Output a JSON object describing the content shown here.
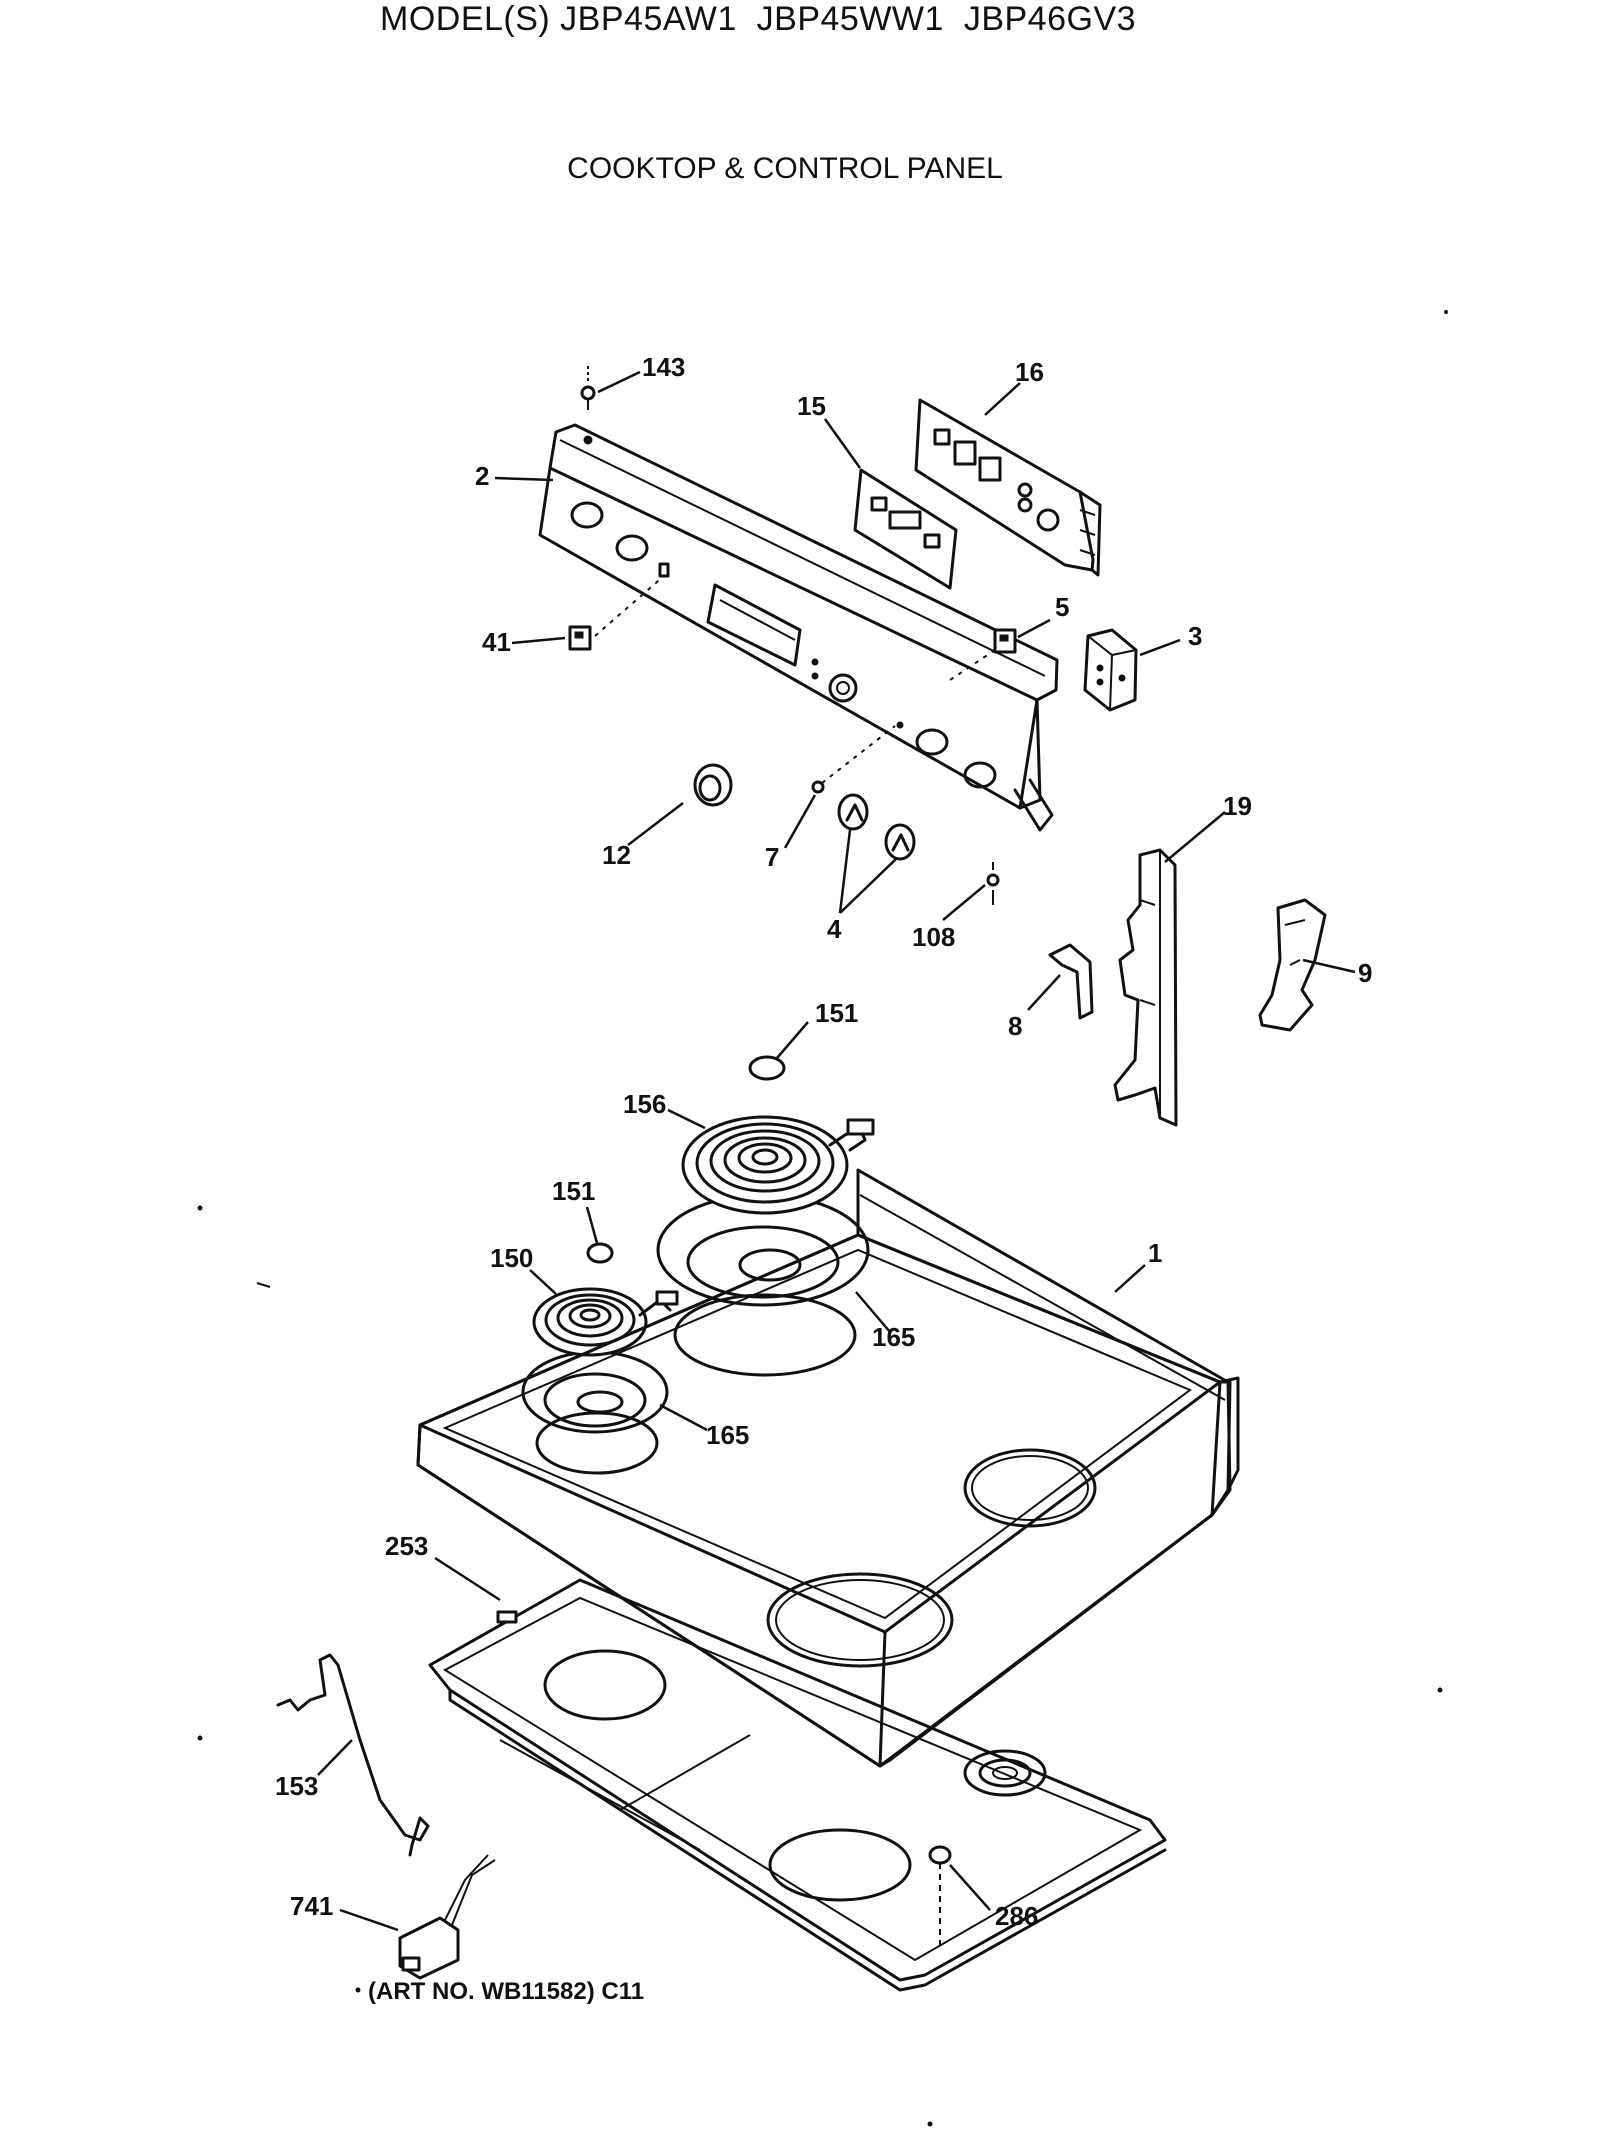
{
  "header": {
    "model_line": "MODEL(S) JBP45AW1  JBP45WW1  JBP46GV3",
    "section_title": "COOKTOP & CONTROL PANEL"
  },
  "callouts": [
    {
      "id": "143",
      "label": "143"
    },
    {
      "id": "16",
      "label": "16"
    },
    {
      "id": "15",
      "label": "15"
    },
    {
      "id": "2",
      "label": "2"
    },
    {
      "id": "41",
      "label": "41"
    },
    {
      "id": "5",
      "label": "5"
    },
    {
      "id": "3",
      "label": "3"
    },
    {
      "id": "12",
      "label": "12"
    },
    {
      "id": "7",
      "label": "7"
    },
    {
      "id": "4",
      "label": "4"
    },
    {
      "id": "108",
      "label": "108"
    },
    {
      "id": "19",
      "label": "19"
    },
    {
      "id": "9",
      "label": "9"
    },
    {
      "id": "8",
      "label": "8"
    },
    {
      "id": "151a",
      "label": "151"
    },
    {
      "id": "156",
      "label": "156"
    },
    {
      "id": "151b",
      "label": "151"
    },
    {
      "id": "150",
      "label": "150"
    },
    {
      "id": "1",
      "label": "1"
    },
    {
      "id": "165a",
      "label": "165"
    },
    {
      "id": "165b",
      "label": "165"
    },
    {
      "id": "253",
      "label": "253"
    },
    {
      "id": "153",
      "label": "153"
    },
    {
      "id": "741",
      "label": "741"
    },
    {
      "id": "286",
      "label": "286"
    }
  ],
  "footer": {
    "art_number": "(ART NO. WB11582) C11"
  }
}
